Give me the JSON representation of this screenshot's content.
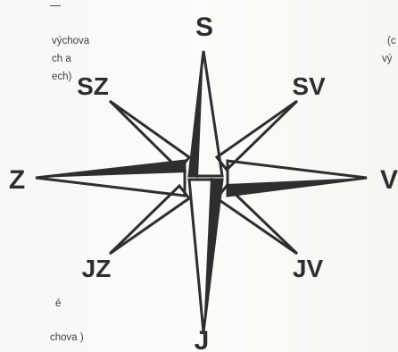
{
  "background_text": {
    "left_lines": [
      "výchova",
      "ch a",
      "ech)"
    ],
    "left_bottom_lines": [
      "é",
      "chova )"
    ],
    "right_lines": [
      "(c",
      "vý"
    ]
  },
  "compass": {
    "ink_color": "#2e2e2e",
    "labels": {
      "north": "S",
      "north_east": "SV",
      "east": "V",
      "south_east": "JV",
      "south": "J",
      "south_west": "JZ",
      "west": "Z",
      "north_west": "SZ"
    }
  }
}
